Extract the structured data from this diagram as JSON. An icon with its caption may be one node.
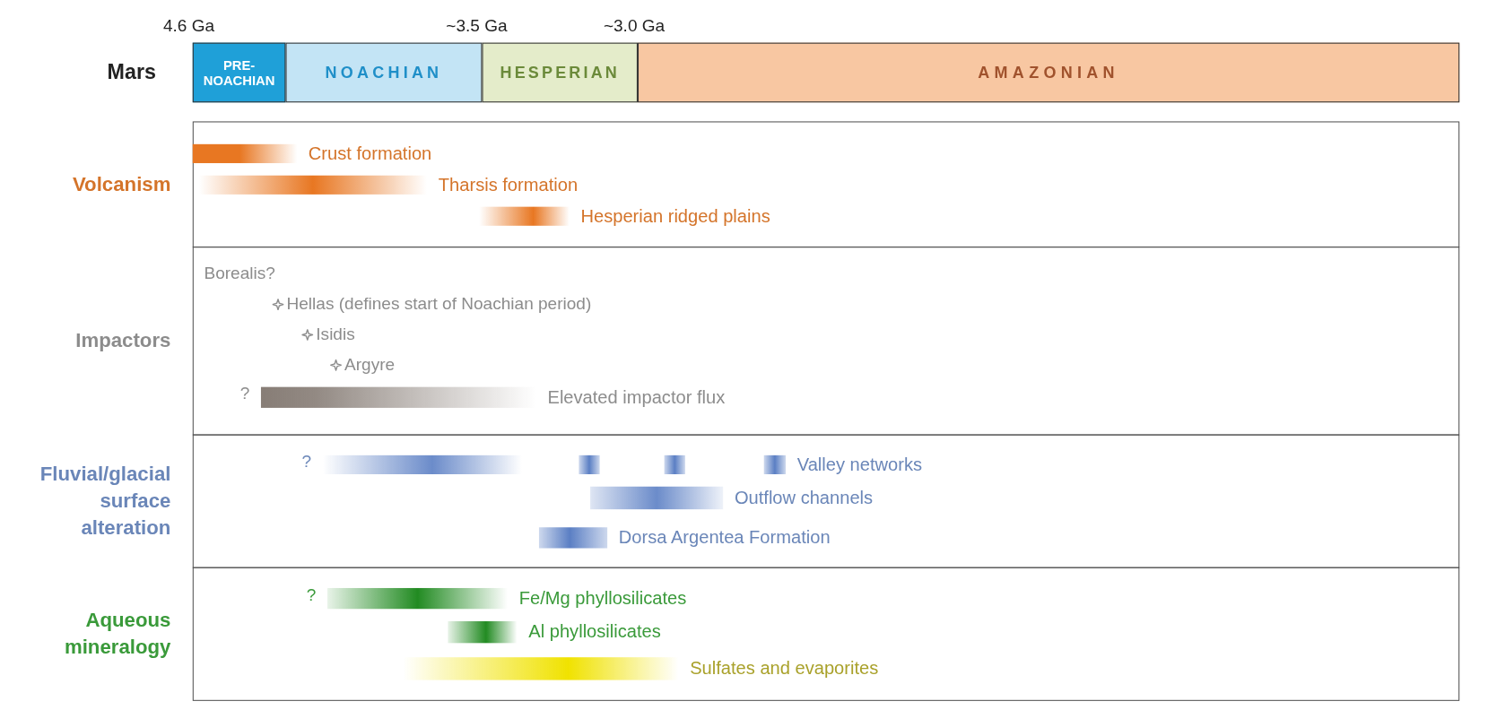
{
  "diagram": {
    "nodes": [
      {
        "text": [
          "PRE-NOACHIAN"
        ]
      },
      {
        "text": [
          "NOACHIAN"
        ]
      },
      {
        "text": [
          "HESPERIAN"
        ]
      },
      {
        "text": [
          "AMAZONIAN"
        ]
      },
      {
        "text": [
          "Volcanism"
        ]
      },
      {
        "text": [],
        "shape": "bar",
        "beside": [
          "Crust formation"
        ],
        "in": 4
      },
      {
        "text": [],
        "shape": "bar",
        "beside": [
          "Tharsis formation"
        ],
        "in": 4
      },
      {
        "text": [],
        "shape": "bar",
        "beside": [
          "Hesperian ridged plains"
        ],
        "in": 4
      },
      {
        "text": [
          "Impactors"
        ]
      },
      {
        "text": [],
        "shape": "bar",
        "beside": [
          "?",
          "Elevated impactor flux"
        ],
        "in": 8
      },
      {
        "text": [
          "Fluvial/glacial surface alteration"
        ]
      },
      {
        "text": [],
        "shape": "bar",
        "beside": [
          "?"
        ],
        "in": 10
      },
      {
        "text": [],
        "shape": "bar",
        "in": 10
      },
      {
        "text": [],
        "shape": "bar",
        "in": 10
      },
      {
        "text": [],
        "shape": "bar",
        "beside": [
          "Valley networks"
        ],
        "in": 10
      },
      {
        "text": [],
        "shape": "bar",
        "beside": [
          "Outflow channels"
        ],
        "in": 10
      },
      {
        "text": [],
        "shape": "bar",
        "beside": [
          "Dorsa Argentea Formation"
        ],
        "in": 10
      },
      {
        "text": [
          "Aqueous mineralogy"
        ]
      },
      {
        "text": [],
        "shape": "bar",
        "beside": [
          "?",
          "Fe/Mg phyllosilicates"
        ],
        "in": 17
      },
      {
        "text": [],
        "shape": "bar",
        "beside": [
          "Al phyllosilicates"
        ],
        "in": 17
      },
      {
        "text": [],
        "shape": "bar",
        "beside": [
          "Sulfates and evaporites"
        ],
        "in": 17
      }
    ],
    "edges": [],
    "labels": [
      "4.6 Ga",
      "~3.5 Ga",
      "~3.0 Ga",
      "Mars",
      "Borealis?",
      "Hellas (defines start of Noachian period)",
      "Isidis",
      "Argyre"
    ]
  }
}
